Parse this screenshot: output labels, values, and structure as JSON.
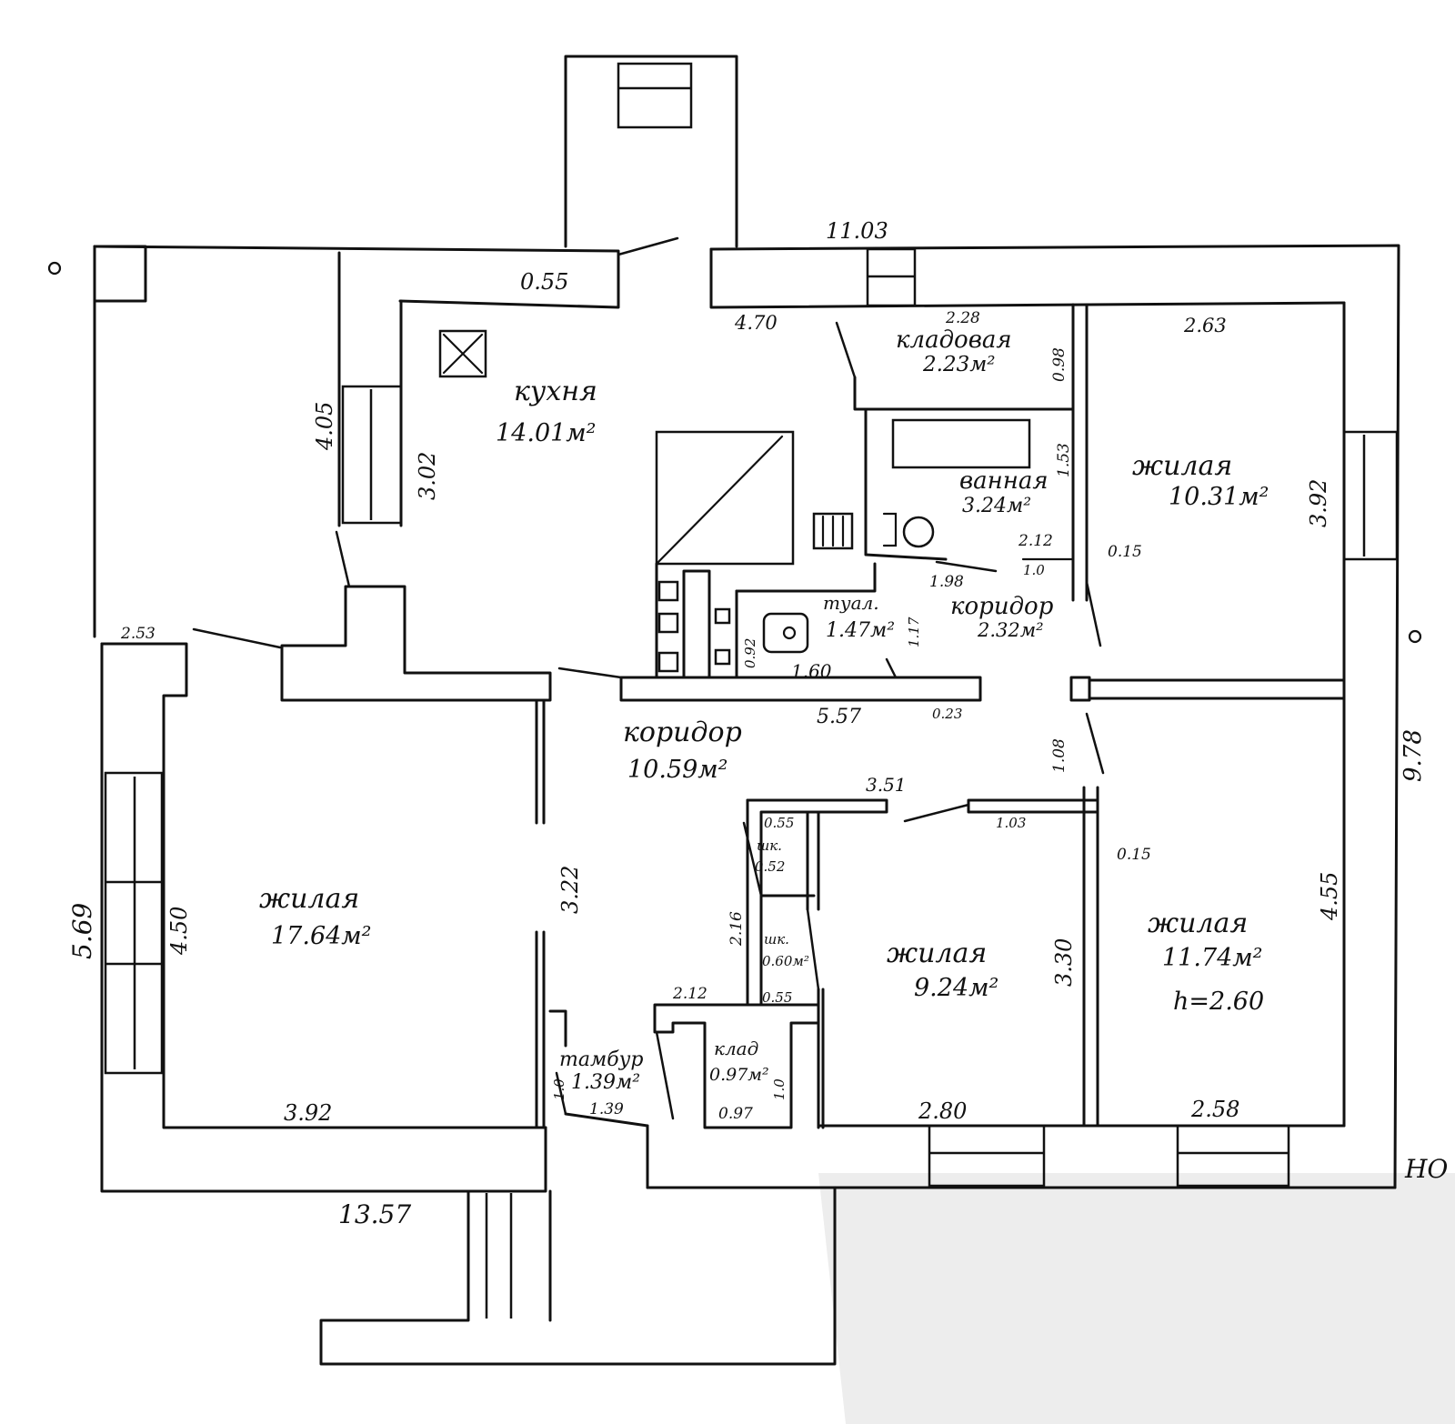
{
  "rooms": {
    "kitchen": {
      "name": "кухня",
      "area": "14.01м²"
    },
    "storage_top": {
      "name": "кладовая",
      "area": "2.23м²"
    },
    "bath": {
      "name": "ванная",
      "area": "3.24м²"
    },
    "living_top_right": {
      "name": "жилая",
      "area": "10.31м²"
    },
    "toilet": {
      "name": "туал.",
      "area": "1.47м²"
    },
    "corridor_small": {
      "name": "коридор",
      "area": "2.32м²"
    },
    "corridor_main": {
      "name": "коридор",
      "area": "10.59м²"
    },
    "living_left": {
      "name": "жилая",
      "area": "17.64м²"
    },
    "living_center": {
      "name": "жилая",
      "area": "9.24м²"
    },
    "living_right": {
      "name": "жилая",
      "area": "11.74м²",
      "height": "h=2.60"
    },
    "vestibule": {
      "name": "тамбур",
      "area": "1.39м²"
    },
    "storage_small": {
      "name": "клад",
      "area": "0.97м²"
    },
    "closet_1": {
      "name": "шк.",
      "dims": "0.52"
    },
    "closet_2": {
      "name": "шк.",
      "area": "0.60м²"
    }
  },
  "dimensions": {
    "top_overall": "11.03",
    "kitchen_wall_left": "0.55",
    "kitchen_width": "4.70",
    "storage_width": "2.28",
    "storage_depth": "0.98",
    "living_tr_width": "2.63",
    "kitchen_height": "3.02",
    "left_wall": "4.05",
    "bath_height": "1.53",
    "living_tr_height": "3.92",
    "bath_width": "2.12",
    "bath_door": "1.0",
    "wall_015_a": "0.15",
    "corridor_small_width": "1.98",
    "toilet_width": "1.60",
    "toilet_depth": "0.92",
    "toilet_side": "1.17",
    "left_entry": "2.53",
    "corridor_length": "5.57",
    "corridor_wall": "0.23",
    "corridor_side": "1.08",
    "closet_wall_width": "3.51",
    "living_center_top": "1.03",
    "wall_015_b": "0.15",
    "closet_top": "0.55",
    "living_right_height": "4.55",
    "closet_side": "2.16",
    "living_left_height": "4.50",
    "corridor_width": "3.22",
    "overall_left": "5.69",
    "living_center_height": "3.30",
    "vestibule_width_top": "2.12",
    "closet_bottom": "0.55",
    "overall_right": "9.78",
    "vestibule_dim": "1.39",
    "vestibule_side": "1.0",
    "storage_small_width": "0.97",
    "storage_small_side": "1.0",
    "living_left_width": "3.92",
    "living_center_width": "2.80",
    "living_right_width": "2.58",
    "overall_bottom": "13.57",
    "corner_mark": "НО"
  }
}
